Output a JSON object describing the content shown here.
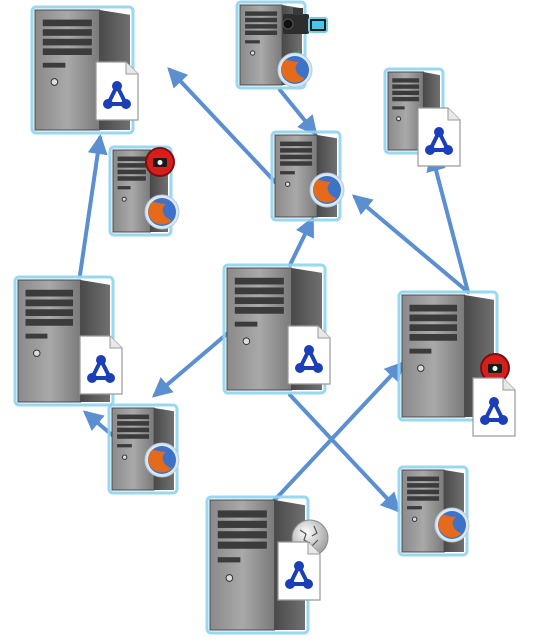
{
  "diagram": {
    "nodes": [
      {
        "id": "server-top-left",
        "badges": [
          "share-doc-icon"
        ]
      },
      {
        "id": "server-top-mid",
        "badges": [
          "video-camera-icon",
          "firefox-icon"
        ]
      },
      {
        "id": "server-top-right",
        "badges": [
          "share-doc-icon"
        ]
      },
      {
        "id": "server-center-top",
        "badges": [
          "firefox-icon"
        ]
      },
      {
        "id": "server-small-left",
        "badges": [
          "record-icon",
          "firefox-icon"
        ]
      },
      {
        "id": "server-mid-left",
        "badges": [
          "share-doc-icon"
        ]
      },
      {
        "id": "server-center",
        "badges": [
          "share-doc-icon"
        ]
      },
      {
        "id": "server-right",
        "badges": [
          "record-icon",
          "share-doc-icon"
        ]
      },
      {
        "id": "server-lower-left",
        "badges": [
          "firefox-icon"
        ]
      },
      {
        "id": "server-lower-right",
        "badges": [
          "firefox-icon"
        ]
      },
      {
        "id": "server-bottom",
        "badges": [
          "wikipedia-globe-icon",
          "share-doc-icon"
        ]
      }
    ],
    "edges": [
      {
        "from": "server-center-top",
        "to": "server-top-left"
      },
      {
        "from": "server-top-mid",
        "to": "server-center-top"
      },
      {
        "from": "server-right",
        "to": "server-center-top"
      },
      {
        "from": "server-right",
        "to": "server-top-right"
      },
      {
        "from": "server-center",
        "to": "server-center-top"
      },
      {
        "from": "server-mid-left",
        "to": "server-top-left"
      },
      {
        "from": "server-center",
        "to": "server-mid-left"
      },
      {
        "from": "server-lower-left",
        "to": "server-mid-left"
      },
      {
        "from": "server-center",
        "to": "server-lower-right"
      },
      {
        "from": "server-bottom",
        "to": "server-right"
      }
    ],
    "colors": {
      "edge": "#5b8fd0",
      "case_dark": "#5d5d5d",
      "case_mid": "#8d8d8d",
      "case_light": "#c4c4c4",
      "outline": "#8fd3f0",
      "share_blue": "#1b3fb8",
      "record_red": "#d81d1d",
      "firefox_orange": "#e66a1c",
      "firefox_blue": "#3c73c8"
    }
  }
}
